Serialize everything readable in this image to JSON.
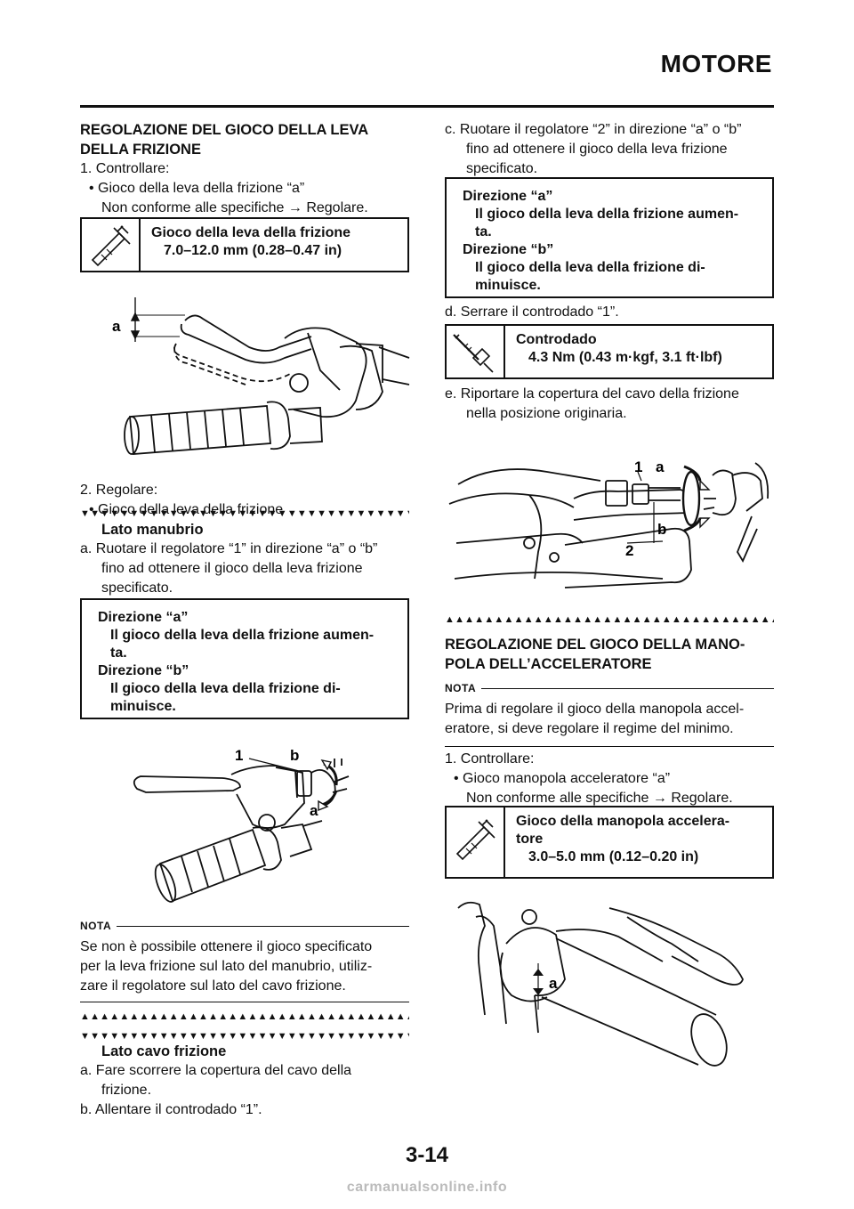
{
  "header": {
    "title": "MOTORE"
  },
  "left": {
    "heading": [
      "REGOLAZIONE DEL GIOCO DELLA LEVA",
      "DELLA FRIZIONE"
    ],
    "step1": "1. Controllare:",
    "step1_bullet": "• Gioco della leva della frizione “a”",
    "step1_note": "Non conforme alle specifiche → Regolare.",
    "spec_box": {
      "title": "Gioco della leva della frizione",
      "value": "7.0–12.0 mm (0.28–0.47 in)",
      "icon": "caliper-icon"
    },
    "fig1_label": "a",
    "step2": "2. Regolare:",
    "step2_bullet": "• Gioco della leva della frizione",
    "sub_heading": "Lato manubrio",
    "sub_a": [
      "a. Ruotare il regolatore “1” in direzione “a” o “b”",
      "fino ad ottenere il gioco della leva frizione",
      "specificato."
    ],
    "dir_box": [
      "Direzione “a”",
      "Il gioco della leva della frizione aumen-",
      "ta.",
      "Direzione “b”",
      "Il gioco della leva della frizione di-",
      "minuisce."
    ],
    "fig2_labels": [
      "1",
      "b",
      "a"
    ],
    "nota_label": "NOTA",
    "nota_text": [
      "Se non è possibile ottenere il gioco specificato",
      "per la leva frizione sul lato del manubrio, utiliz-",
      "zare il regolatore sul lato del cavo frizione."
    ],
    "sub_heading2": "Lato cavo frizione",
    "cable_a": [
      "a. Fare scorrere la copertura del cavo della",
      "frizione."
    ],
    "cable_b": "b. Allentare il controdado “1”."
  },
  "right": {
    "step_c": [
      "c. Ruotare il regolatore “2” in direzione “a” o “b”",
      "fino ad ottenere il gioco della leva frizione",
      "specificato."
    ],
    "dir_box": [
      "Direzione “a”",
      "Il gioco della leva della frizione aumen-",
      "ta.",
      "Direzione “b”",
      "Il gioco della leva della frizione di-",
      "minuisce."
    ],
    "step_d": "d. Serrare il controdado “1”.",
    "torque_box": {
      "title": "Controdado",
      "value": "4.3 Nm (0.43 m·kgf, 3.1 ft·lbf)",
      "icon": "torque-wrench-icon"
    },
    "step_e": [
      "e. Riportare la copertura del cavo della frizione",
      "nella posizione originaria."
    ],
    "fig3_labels": [
      "1",
      "a",
      "b",
      "2"
    ],
    "heading2": [
      "REGOLAZIONE DEL GIOCO DELLA MANO-",
      "POLA DELL’ACCELERATORE"
    ],
    "nota_label": "NOTA",
    "nota_text": [
      "Prima di regolare il gioco della manopola accel-",
      "eratore, si deve regolare il regime del minimo."
    ],
    "step1": "1. Controllare:",
    "step1_bullet": "• Gioco manopola acceleratore “a”",
    "step1_note": "Non conforme alle specifiche → Regolare.",
    "spec_box": {
      "title": [
        "Gioco della manopola accelera-",
        "tore"
      ],
      "value": "3.0–5.0 mm (0.12–0.20 in)",
      "icon": "caliper-icon"
    },
    "fig4_label": "a"
  },
  "footer": {
    "page": "3-14",
    "watermark": "carmanualsonline.info"
  }
}
